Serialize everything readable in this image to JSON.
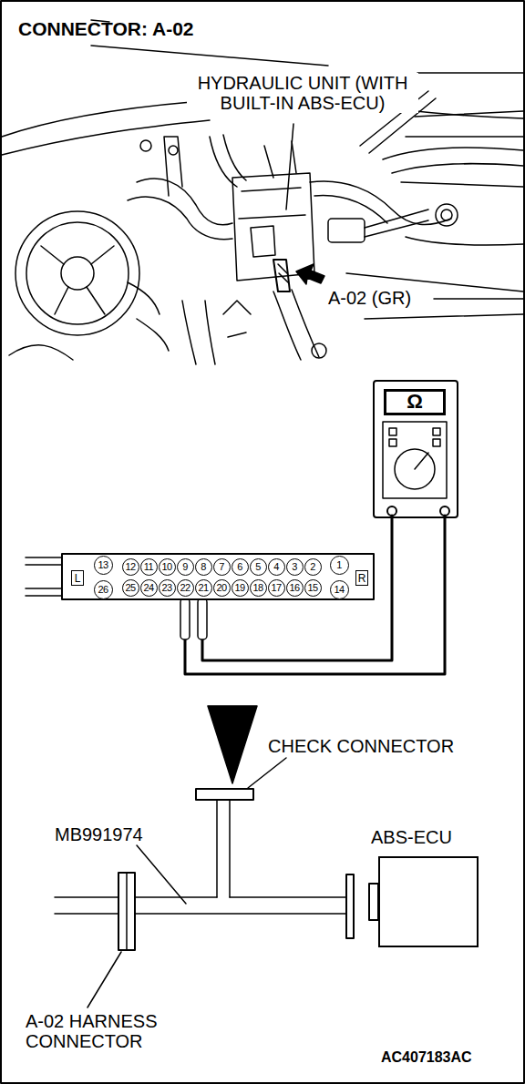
{
  "diagram": {
    "title": "CONNECTOR: A-02",
    "nodes": [
      {
        "text": [
          "Ω"
        ]
      },
      {
        "text": [
          "ABS-ECU"
        ]
      }
    ],
    "labels": [
      "HYDRAULIC UNIT (WITH BUILT-IN ABS-ECU)",
      "A-02 (GR)",
      "L",
      "R",
      "13",
      "12",
      "11",
      "10",
      "9",
      "8",
      "7",
      "6",
      "5",
      "4",
      "3",
      "2",
      "1",
      "26",
      "25",
      "24",
      "23",
      "22",
      "21",
      "20",
      "19",
      "18",
      "17",
      "16",
      "15",
      "14",
      "CHECK CONNECTOR",
      "MB991974",
      "A-02 HARNESS CONNECTOR",
      "AC407183AC"
    ]
  }
}
